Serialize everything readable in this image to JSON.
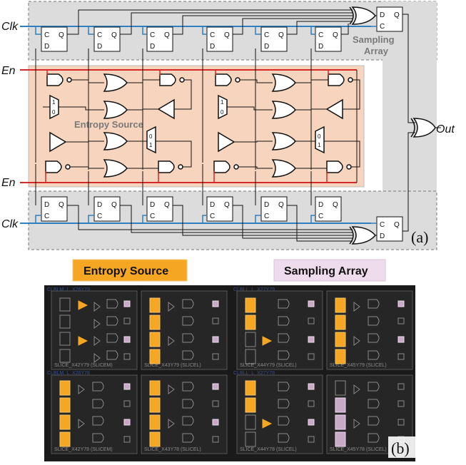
{
  "schematic": {
    "signals": {
      "clk_top": "Clk",
      "clk_bottom": "Clk",
      "en_top": "En",
      "en_bottom": "En",
      "out": "Out"
    },
    "regions": {
      "entropy_source": "Entropy Source",
      "sampling_array_line1": "Sampling",
      "sampling_array_line2": "Array"
    },
    "ff_pins": {
      "c": "C",
      "d": "D",
      "q": "Q"
    },
    "mux_pins": {
      "one": "1",
      "zero": "0"
    },
    "panel_label": "(a)",
    "colors": {
      "clock": "#2f7fc1",
      "enable": "#d42a2a",
      "entropy_fill": "#f7d4bd",
      "sampling_fill": "#dcdcdc"
    }
  },
  "layout": {
    "legend": {
      "entropy_source": "Entropy Source",
      "sampling_array": "Sampling Array"
    },
    "clb_labels": [
      "CLBLM_L_X26Y79",
      "CLBLL_L_X27Y79",
      "CLBLM_L_X26Y78",
      "CLBLL_L_X27Y78"
    ],
    "slices": [
      {
        "name": "SLICE_X42Y79 (SLICEM)"
      },
      {
        "name": "SLICE_X43Y79 (SLICEL)"
      },
      {
        "name": "SLICE_X44Y79 (SLICEL)"
      },
      {
        "name": "SLICE_X45Y79 (SLICEL)"
      },
      {
        "name": "SLICE_X42Y78 (SLICEM)"
      },
      {
        "name": "SLICE_X43Y78 (SLICEL)"
      },
      {
        "name": "SLICE_X44Y78 (SLICEL)"
      },
      {
        "name": "SLICE_X45Y78 (SLICEL)"
      }
    ],
    "panel_label": "(b)",
    "colors": {
      "entropy": "#f5a623",
      "sampling": "#c9a9c8",
      "background": "#1a1a1a"
    }
  }
}
